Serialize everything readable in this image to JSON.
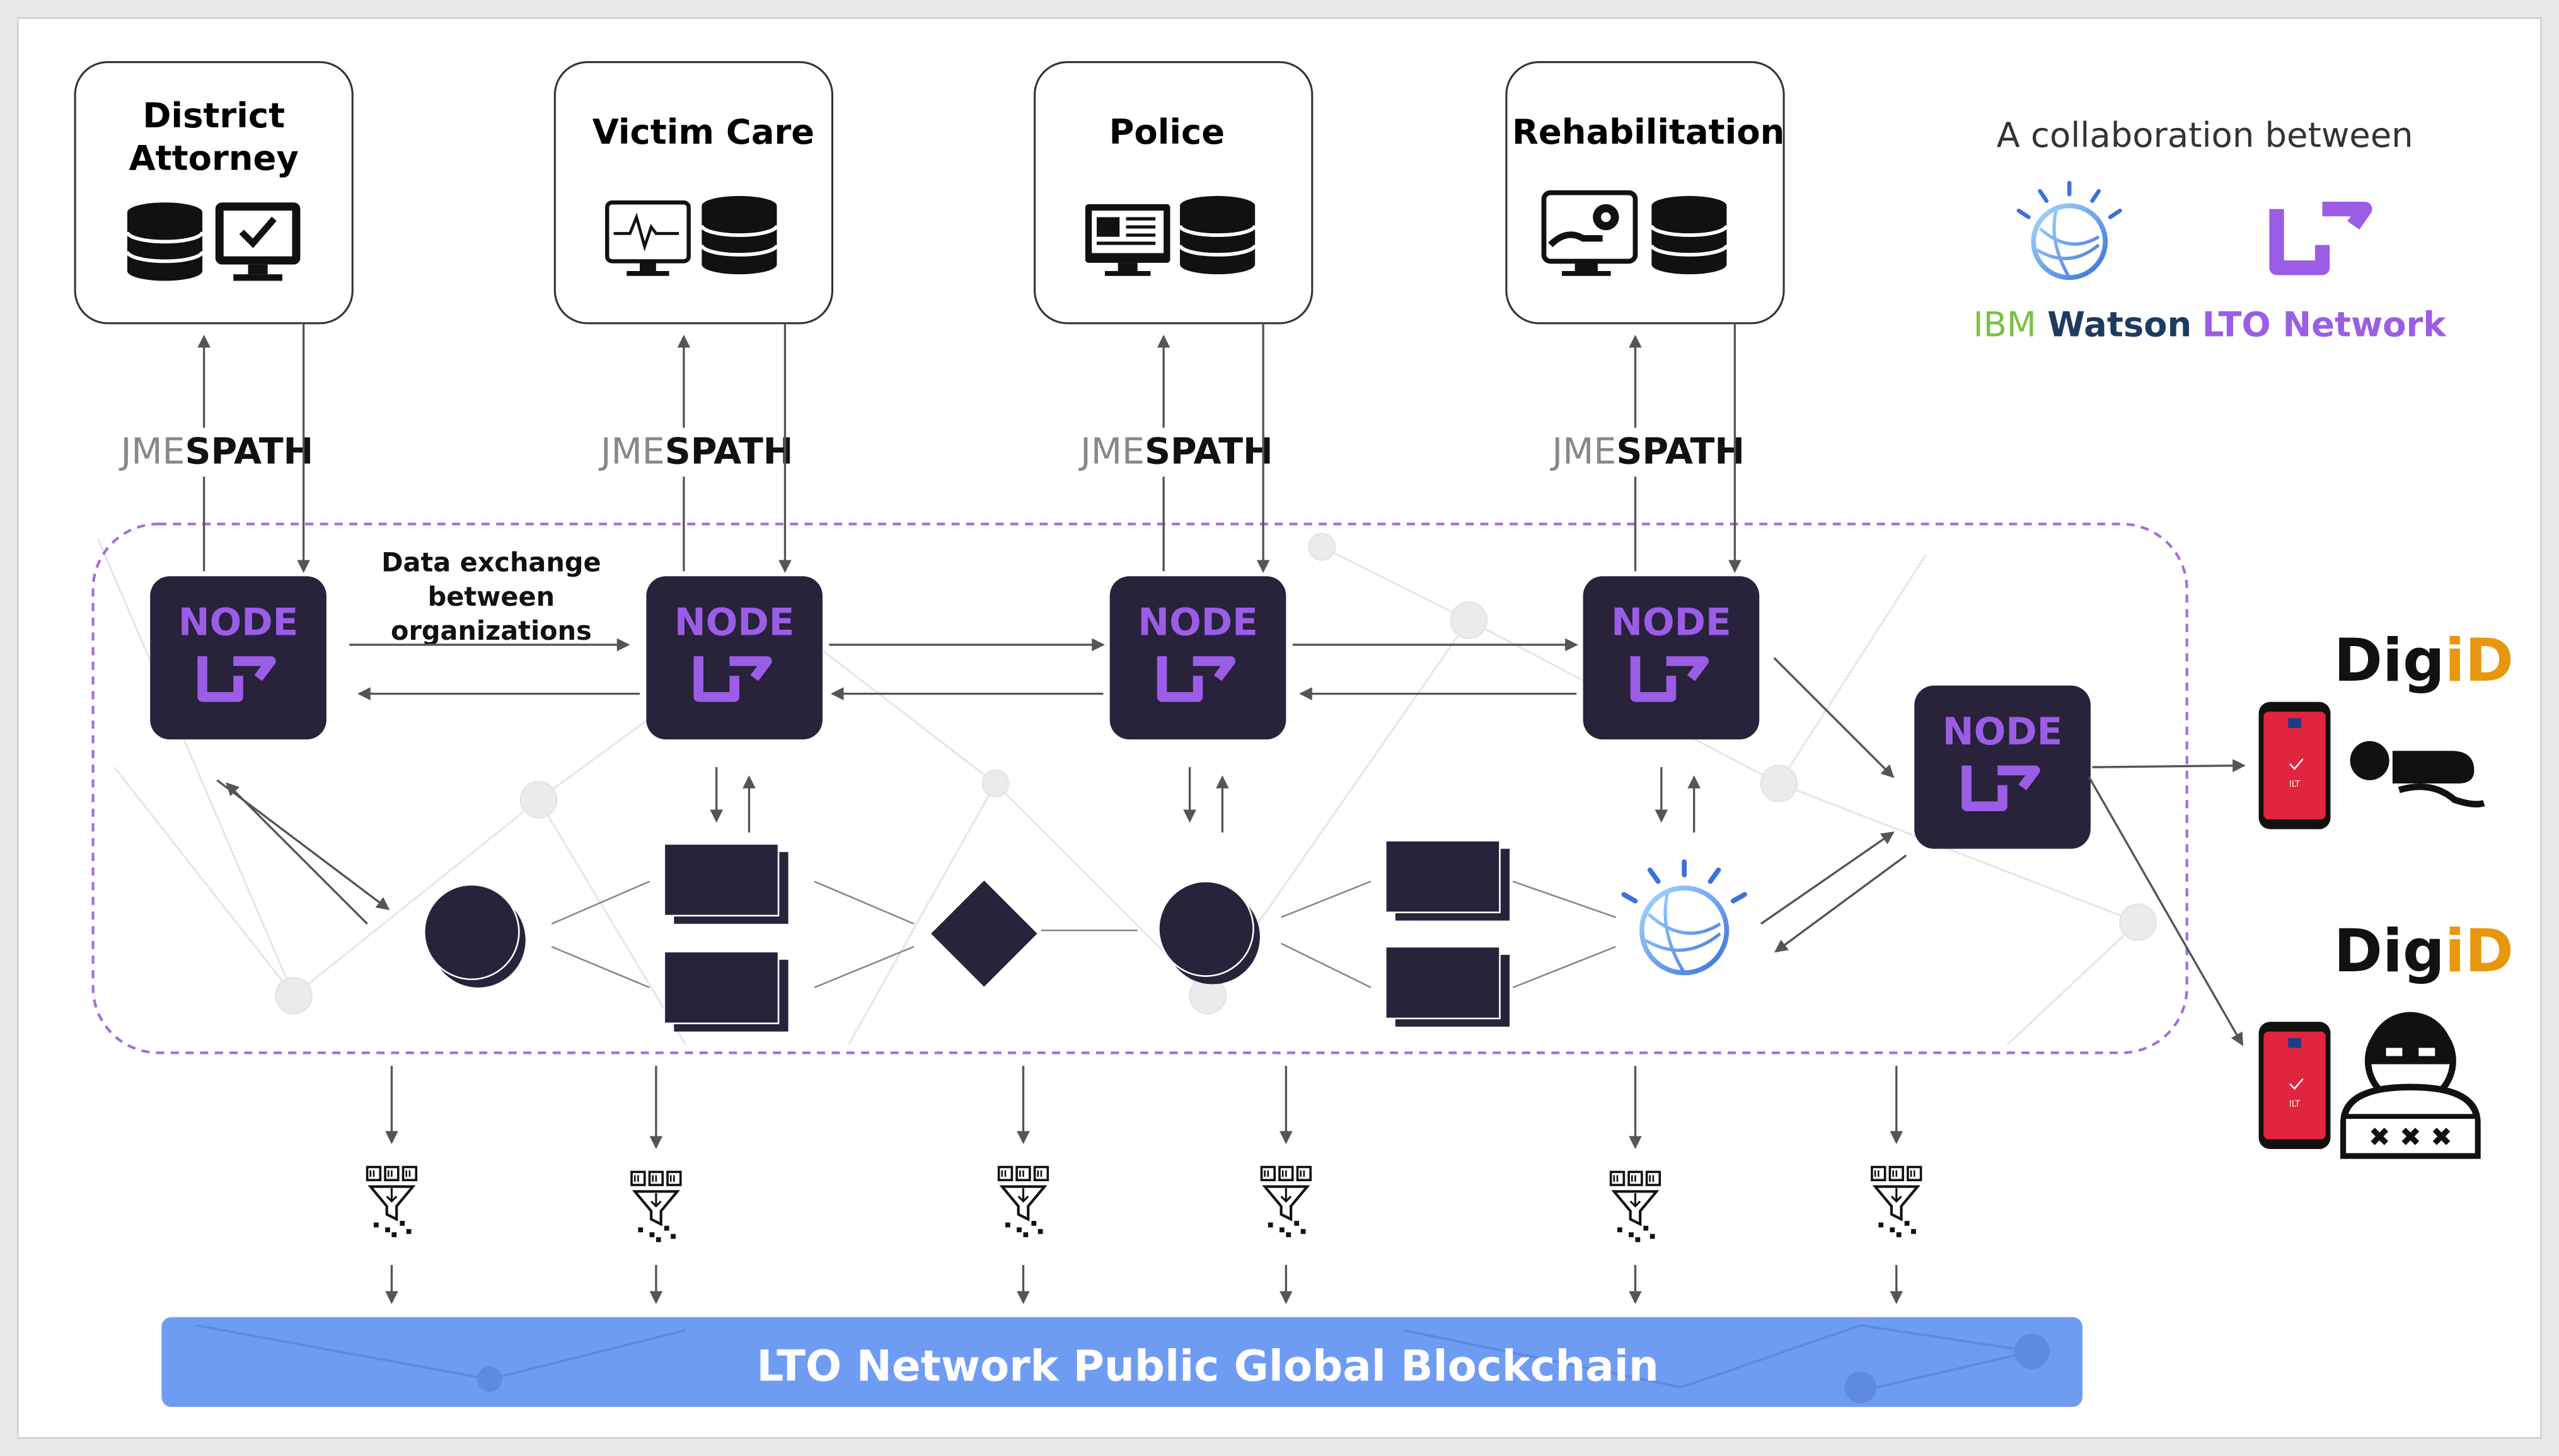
{
  "organizations": [
    {
      "id": "district-attorney",
      "name": "District Attorney"
    },
    {
      "id": "victim-care",
      "name": "Victim Care"
    },
    {
      "id": "police",
      "name": "Police"
    },
    {
      "id": "rehabilitation",
      "name": "Rehabilitation"
    }
  ],
  "jmespath": {
    "left": "JME",
    "right": "SPATH"
  },
  "node_label": "NODE",
  "data_exchange_label": "Data exchange between organizations",
  "collaboration": {
    "caption": "A collaboration between",
    "ibm_prefix": "IBM",
    "ibm_name": "Watson",
    "lto_name": "LTO Network"
  },
  "digid": {
    "prefix": "Dig",
    "suffix": "iD"
  },
  "blockchain_label": "LTO Network Public Global Blockchain",
  "colors": {
    "node_bg": "#28223a",
    "node_text": "#9b5de5",
    "dashed_border": "#a66ad9",
    "blockchain_bar": "#6f9cf3",
    "ibm_green": "#78c043",
    "ibm_navy": "#1f3a5f",
    "lto_purple": "#9b5de5",
    "digid_orange": "#e9960f",
    "phone_red": "#e0253c"
  },
  "icons": [
    "database-icon",
    "monitor-check-icon",
    "monitor-waveform-icon",
    "news-monitor-icon",
    "monitor-gear-hand-icon",
    "ibm-watson-logo-icon",
    "lto-logo-icon",
    "funnel-filter-icon",
    "phone-icon",
    "person-lying-icon",
    "burglar-icon"
  ]
}
